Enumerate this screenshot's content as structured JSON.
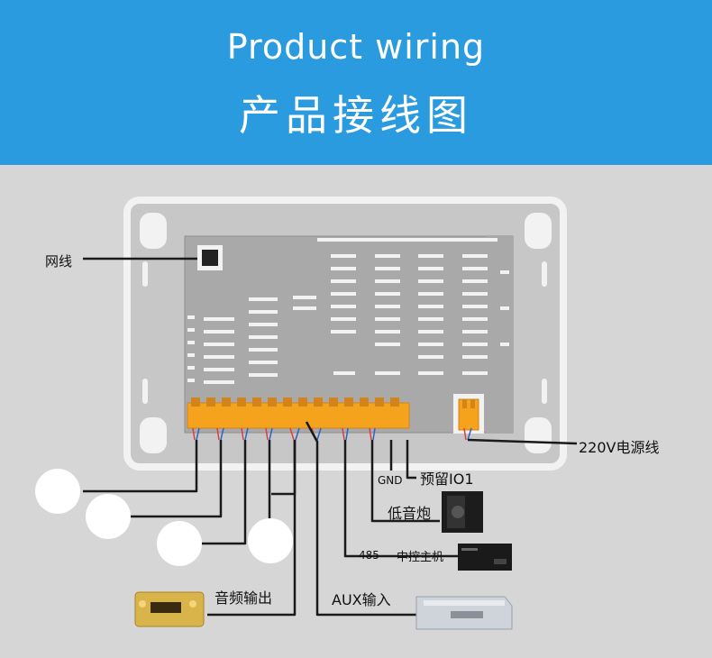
{
  "header": {
    "title_en": "Product wiring",
    "title_zh": "产品接线图"
  },
  "labels": {
    "network_cable": "网线",
    "power_line": "220V电源线",
    "gnd": "GND",
    "reserved_io": "预留IO1",
    "subwoofer": "低音炮",
    "rs485": "485",
    "central_control_host": "中控主机",
    "audio_output": "音频输出",
    "aux_input": "AUX输入"
  },
  "colors": {
    "header_bg": "#2b9be0",
    "background": "#d6d6d6",
    "terminal_orange": "#f5a31c"
  },
  "icons": {
    "speaker_1": "ceiling-speaker-icon",
    "speaker_2": "ceiling-speaker-icon",
    "speaker_3": "ceiling-speaker-icon",
    "speaker_4": "ceiling-speaker-icon",
    "subwoofer": "subwoofer-icon",
    "host": "central-control-host-icon",
    "amplifier": "gold-amplifier-icon",
    "aux_device": "aux-player-icon"
  }
}
